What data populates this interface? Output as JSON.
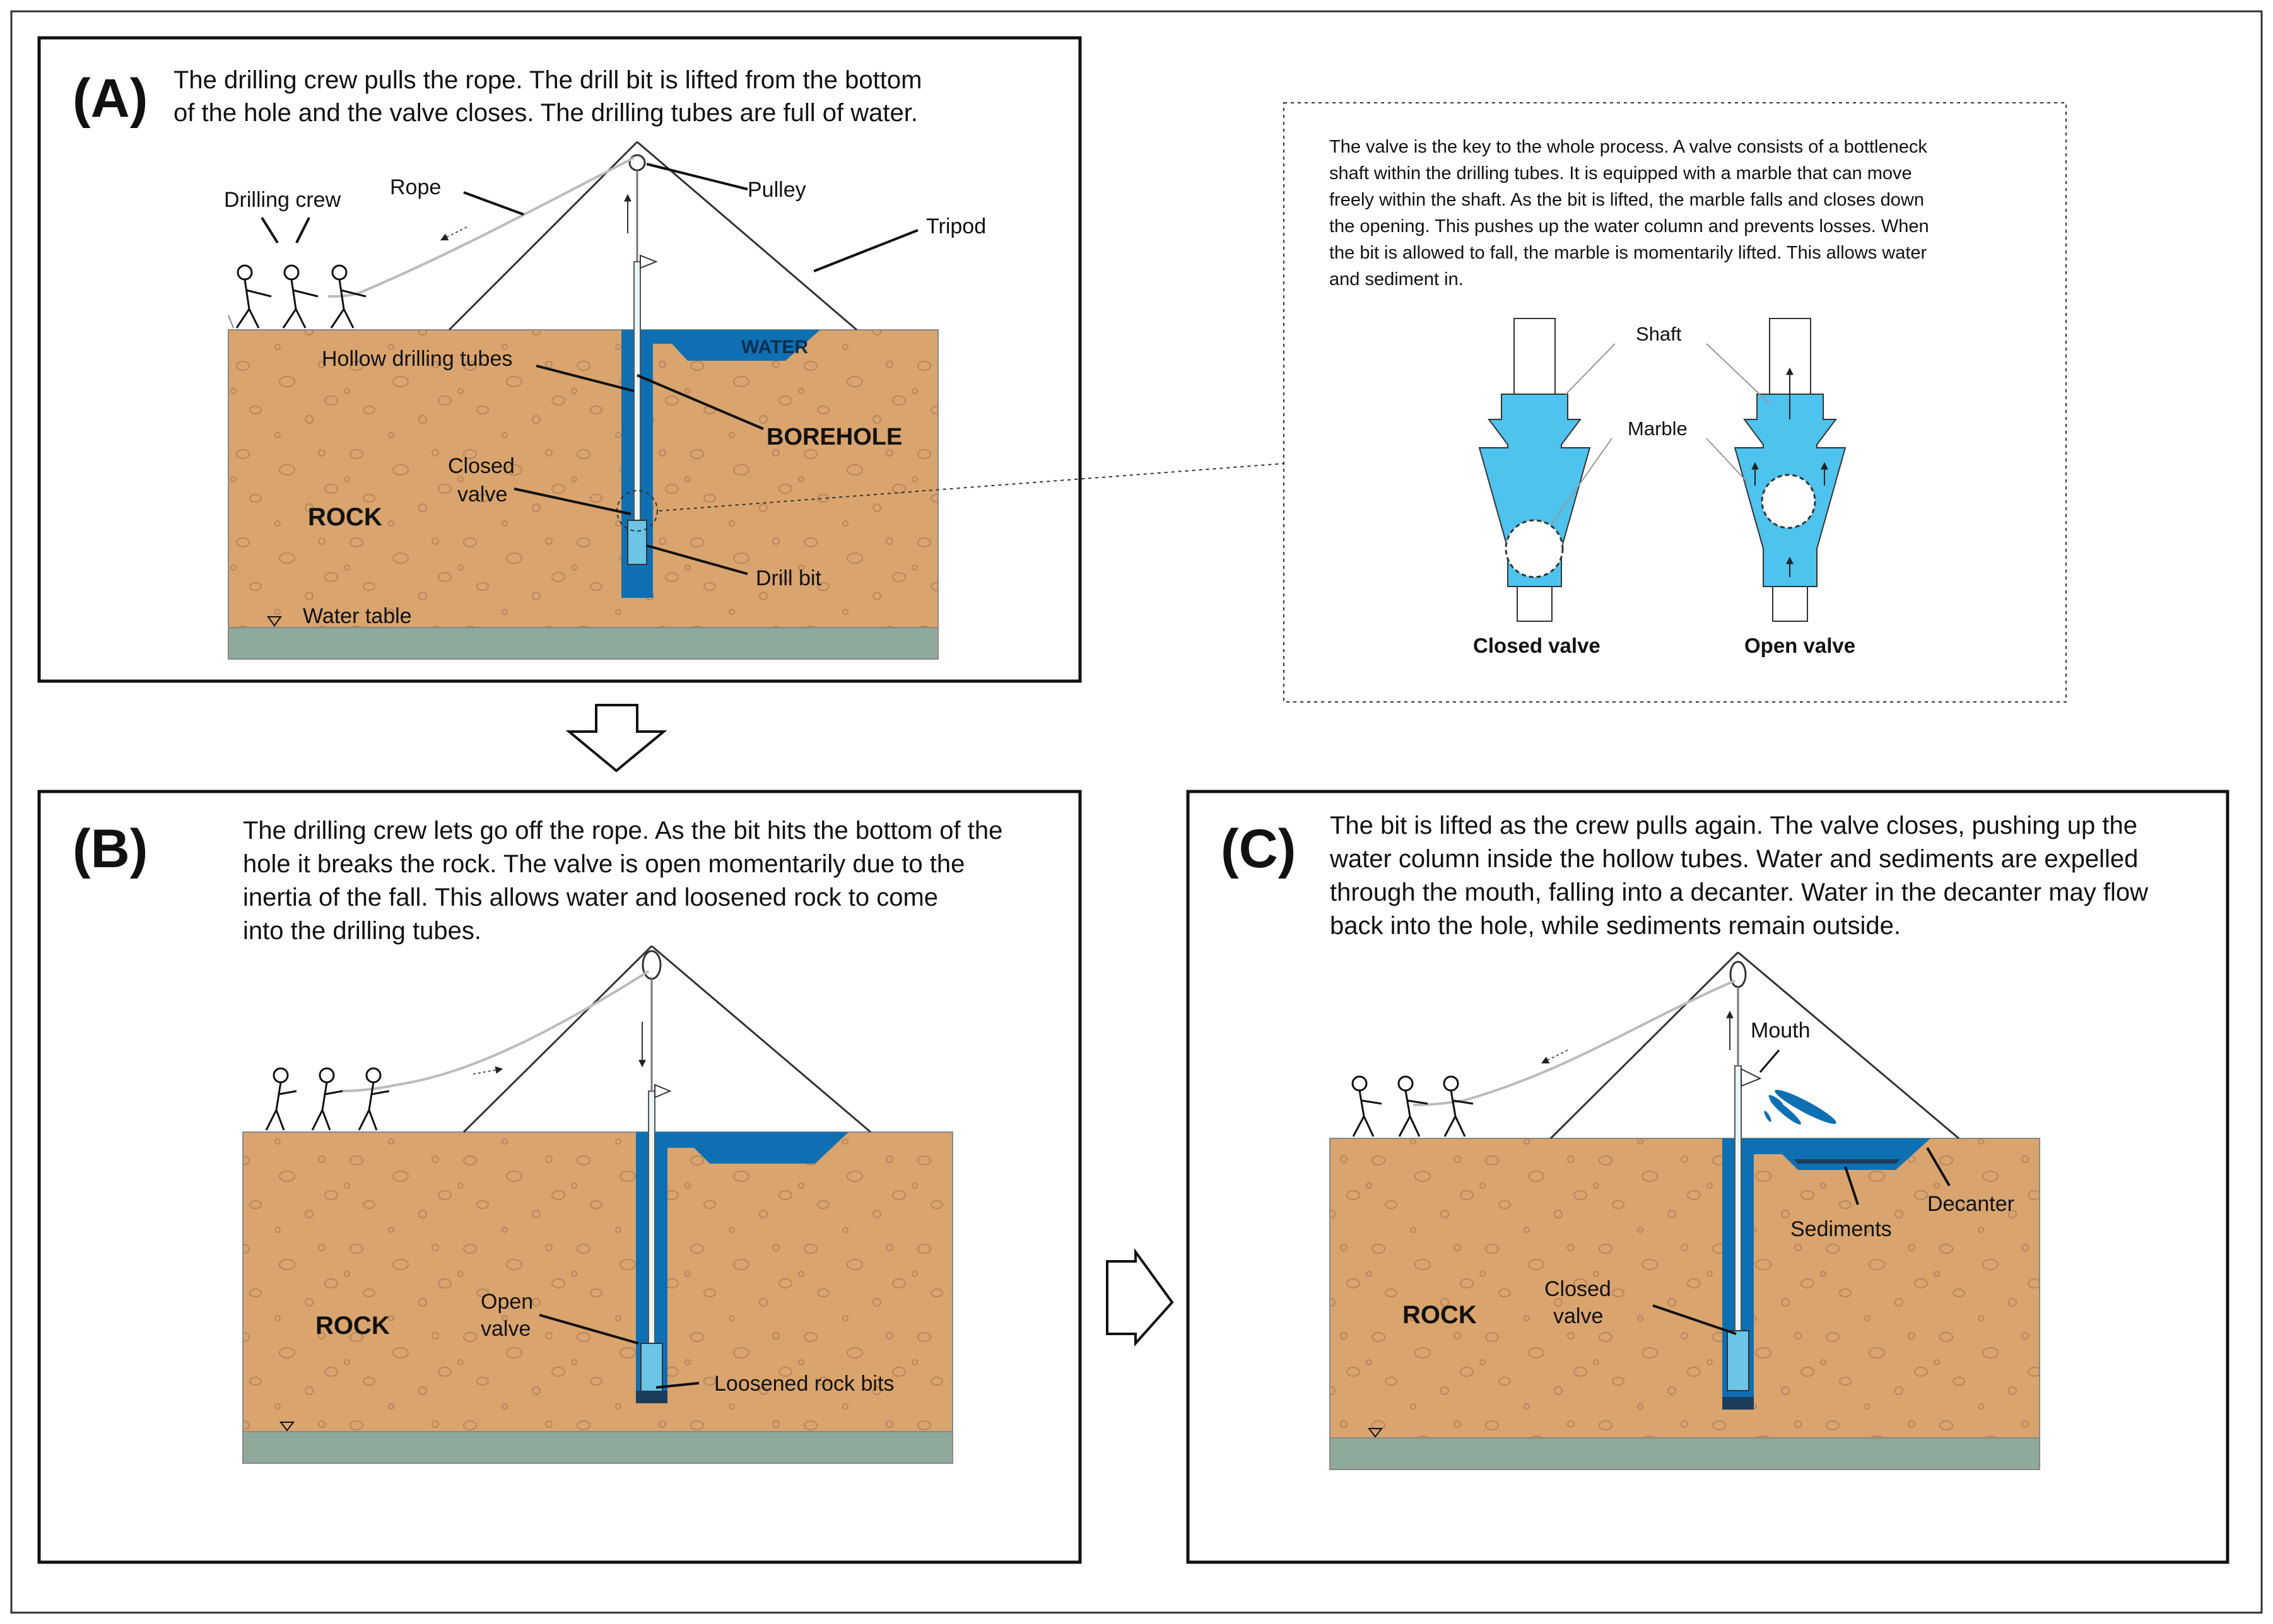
{
  "colors": {
    "rock": "#d9a46e",
    "rock_pebble": "#b8875a",
    "water_table": "#8fa99b",
    "water": "#0f6fb3",
    "water_light": "#6cc4e6",
    "valve_fill": "#4dc3ee",
    "frame": "#222222",
    "rope": "#bbbbbb"
  },
  "panel_a": {
    "letter": "(A)",
    "caption_line1": "The drilling crew pulls the rope. The drill bit is lifted from the bottom",
    "caption_line2": "of the hole and the valve closes. The drilling tubes are full of water.",
    "labels": {
      "drilling_crew": "Drilling crew",
      "rope": "Rope",
      "pulley": "Pulley",
      "tripod": "Tripod",
      "water": "WATER",
      "hollow_tubes": "Hollow drilling tubes",
      "borehole": "BOREHOLE",
      "closed_valve_1": "Closed",
      "closed_valve_2": "valve",
      "rock": "ROCK",
      "drill_bit": "Drill bit",
      "water_table": "Water table"
    }
  },
  "valve_detail": {
    "text_lines": [
      "The valve is the key to the whole process.  A valve consists of a bottleneck",
      "shaft within the drilling tubes. It is equipped with a marble that can move",
      "freely within the shaft. As the bit is lifted, the marble falls and closes down",
      "the opening.  This pushes up the water column and prevents losses. When",
      "the bit is allowed to fall, the marble is momentarily lifted. This allows water",
      "and sediment in."
    ],
    "shaft_label": "Shaft",
    "marble_label": "Marble",
    "closed_caption": "Closed valve",
    "open_caption": "Open valve"
  },
  "panel_b": {
    "letter": "(B)",
    "caption_lines": [
      "The drilling crew lets go off the rope.  As the bit hits the bottom of the",
      "hole it breaks the rock. The valve is open momentarily due to the",
      "inertia of the fall. This allows water and loosened rock to come",
      "into the drilling tubes."
    ],
    "labels": {
      "rock": "ROCK",
      "open_valve_1": "Open",
      "open_valve_2": "valve",
      "loosened": "Loosened rock bits"
    }
  },
  "panel_c": {
    "letter": "(C)",
    "caption_lines": [
      "The bit is lifted as the crew pulls again. The valve closes, pushing up the",
      "water column inside the hollow tubes. Water and sediments are expelled",
      "through the mouth, falling into a decanter. Water in the decanter may flow",
      "back into the hole, while sediments remain outside."
    ],
    "labels": {
      "mouth": "Mouth",
      "decanter": "Decanter",
      "sediments": "Sediments",
      "rock": "ROCK",
      "closed_valve_1": "Closed",
      "closed_valve_2": "valve"
    }
  }
}
